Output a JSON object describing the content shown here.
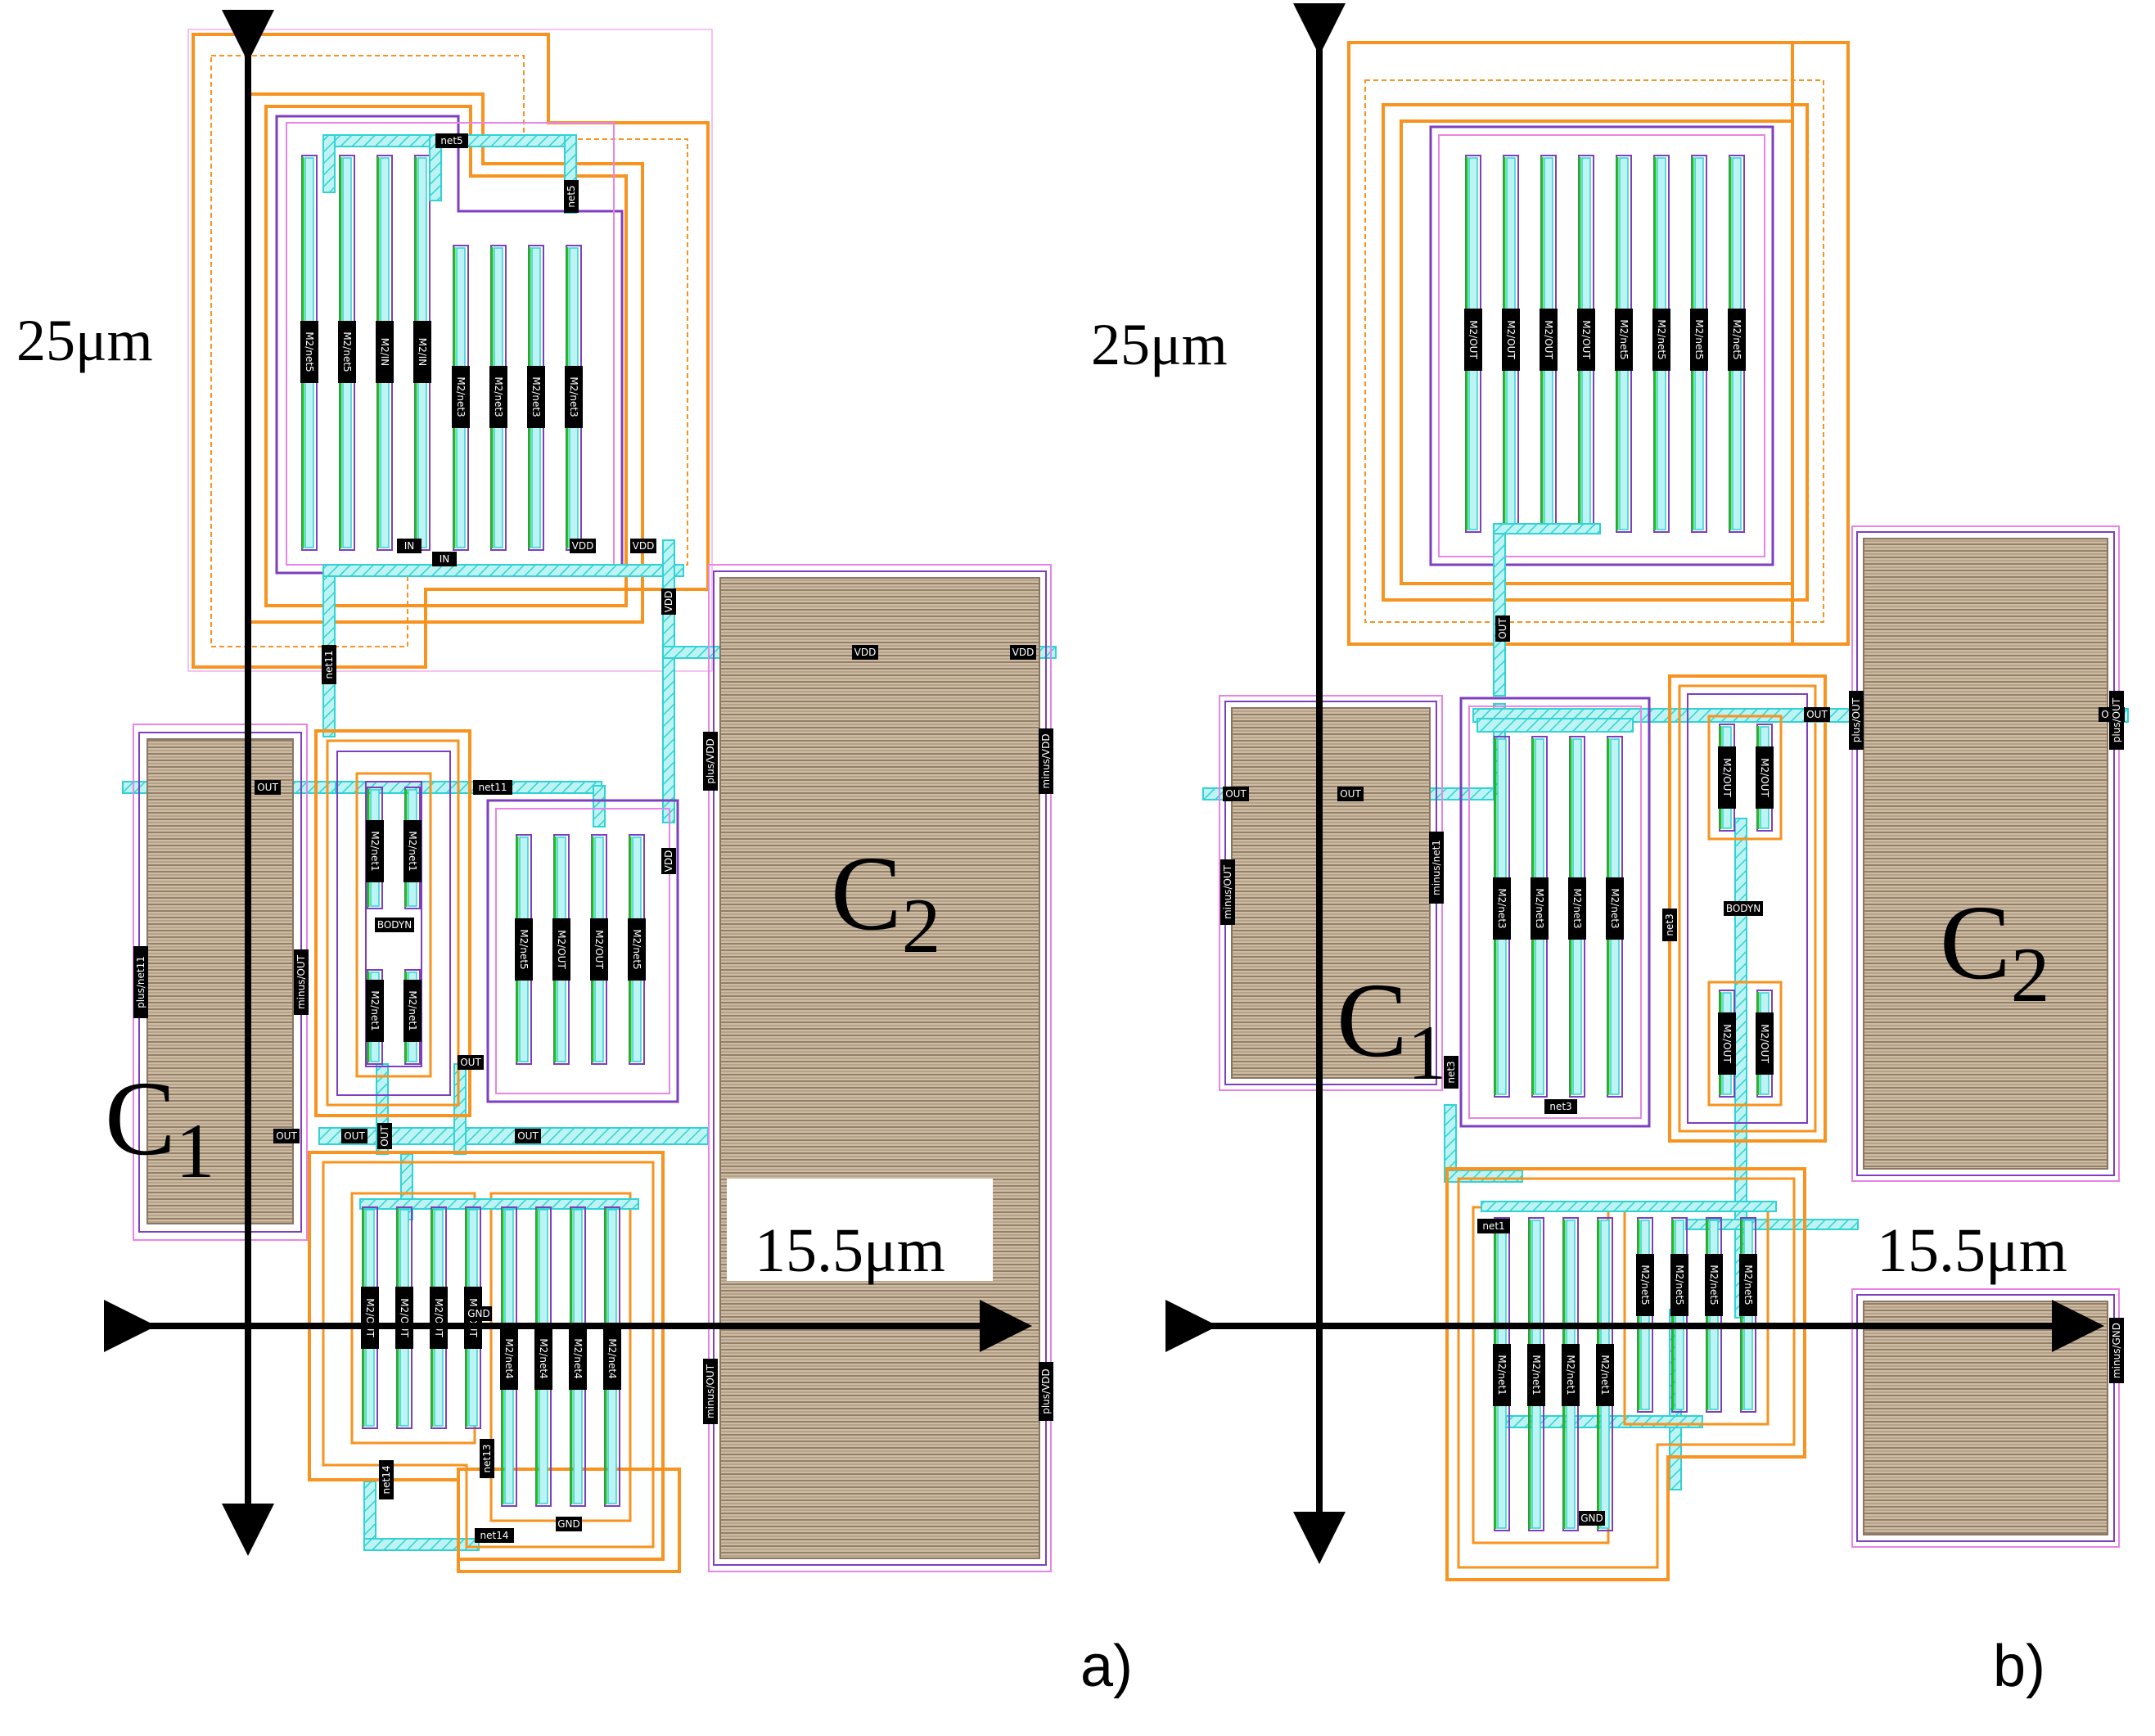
{
  "colors": {
    "orange": "#f7931e",
    "cyan": "#2fd3d3",
    "purple": "#7d3fc0",
    "pink": "#e884e8",
    "green": "#19c419",
    "capfill": "#c9b59a",
    "capline": "#8a7662",
    "chip": "#000000"
  },
  "panel_a": {
    "label": "a)",
    "height_dim": "25μm",
    "width_dim": "15.5μm",
    "c1": {
      "main": "C",
      "sub": "1"
    },
    "c2": {
      "main": "C",
      "sub": "2"
    },
    "net_labels": {
      "net5a": "net5",
      "net5b": "net5",
      "in1": "IN",
      "in2": "IN",
      "vdd1": "VDD",
      "vdd2": "VDD",
      "vdd3": "VDD",
      "vdd4": "VDD",
      "net11a": "net11",
      "net11b": "net11",
      "bodyn": "BODYN",
      "out1": "OUT",
      "out2": "OUT",
      "out3": "OUT",
      "out4": "OUT",
      "out5": "OUT",
      "out6": "OUT",
      "net13": "net13",
      "net14a": "net14",
      "net14b": "net14",
      "gnd1": "GND",
      "gnd2": "GND",
      "vdd_cap1": "VDD",
      "vdd_cap2": "VDD"
    },
    "finger_labels": {
      "top_left": [
        "M2/net5",
        "M2/net5",
        "M2/IN",
        "M2/IN"
      ],
      "top_right": [
        "M2/net3",
        "M2/net3",
        "M2/net3",
        "M2/net3"
      ],
      "mid_top": [
        "M2/net1",
        "M2/net1"
      ],
      "mid_bot": [
        "M2/net1",
        "M2/net1"
      ],
      "mid_right": [
        "M2/net5",
        "M2/OUT",
        "M2/OUT",
        "M2/net5"
      ],
      "bot_left": [
        "M2/OUT",
        "M2/OUT",
        "M2/OUT",
        "M2/OUT"
      ],
      "bot_right": [
        "M2/net4",
        "M2/net4",
        "M2/net4",
        "M2/net4"
      ]
    },
    "cap_pins": [
      "plus/net11",
      "minus/OUT",
      "plus/VDD",
      "minus/VDD",
      "minus/OUT",
      "plus/VDD"
    ]
  },
  "panel_b": {
    "label": "b)",
    "height_dim": "25μm",
    "width_dim": "15.5μm",
    "c1": {
      "main": "C",
      "sub": "1"
    },
    "c2": {
      "main": "C",
      "sub": "2"
    },
    "net_labels": {
      "out_top": "OUT",
      "out1": "OUT",
      "out2": "OUT",
      "out3": "OUT",
      "out4": "OUT",
      "net3a": "net3",
      "net3b": "net3",
      "net3c": "net3",
      "bodyn": "BODYN",
      "net1": "net1",
      "gnd": "GND"
    },
    "finger_labels": {
      "top": [
        "M2/OUT",
        "M2/OUT",
        "M2/OUT",
        "M2/OUT",
        "M2/net5",
        "M2/net5",
        "M2/net5",
        "M2/net5"
      ],
      "mid_left": [
        "M2/net3",
        "M2/net3",
        "M2/net3",
        "M2/net3"
      ],
      "mid_right_top": [
        "M2/OUT",
        "M2/OUT"
      ],
      "mid_right_bot": [
        "M2/OUT",
        "M2/OUT"
      ],
      "bot_left": [
        "M2/net1",
        "M2/net1",
        "M2/net1",
        "M2/net1"
      ],
      "bot_right": [
        "M2/net5",
        "M2/net5",
        "M2/net5",
        "M2/net5"
      ]
    },
    "cap_pins": [
      "minus/OUT",
      "minus/net1",
      "plus/OUT",
      "plus/OUT",
      "minus/GND"
    ]
  }
}
